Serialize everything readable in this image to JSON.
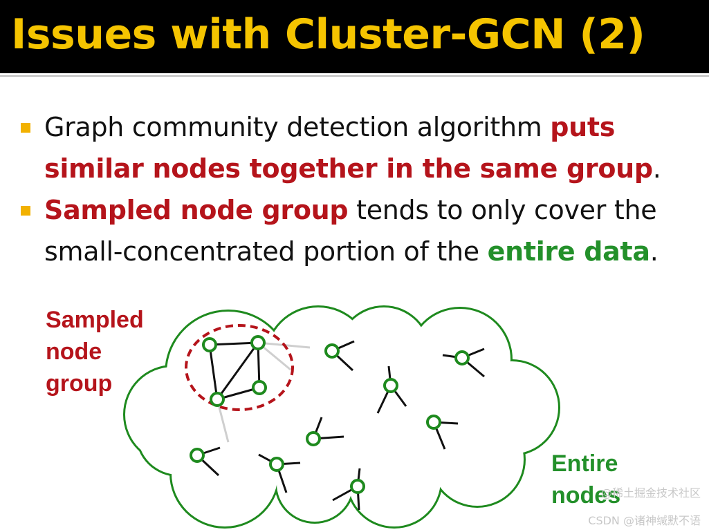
{
  "title": "Issues with Cluster-GCN (2)",
  "bullets": [
    {
      "parts": [
        {
          "text": "Graph community detection algorithm ",
          "style": "normal"
        },
        {
          "text": "puts similar nodes together in the same group",
          "style": "red"
        },
        {
          "text": ".",
          "style": "normal"
        }
      ]
    },
    {
      "parts": [
        {
          "text": "Sampled node group",
          "style": "red"
        },
        {
          "text": " tends to only cover the small-concentrated portion of the ",
          "style": "normal"
        },
        {
          "text": "entire data",
          "style": "green"
        },
        {
          "text": ".",
          "style": "normal"
        }
      ]
    }
  ],
  "diagram": {
    "sampled_label_lines": [
      "Sampled",
      "node",
      "group"
    ],
    "entire_label_lines": [
      "Entire",
      "nodes"
    ]
  },
  "watermark": {
    "line1": "@稀土掘金技术社区",
    "line2": "CSDN @诸神缄默不语"
  },
  "colors": {
    "title": "#f5c400",
    "bullet_marker": "#f2b100",
    "red": "#b5141b",
    "green": "#23902a",
    "cloud": "#1e8a1e"
  }
}
